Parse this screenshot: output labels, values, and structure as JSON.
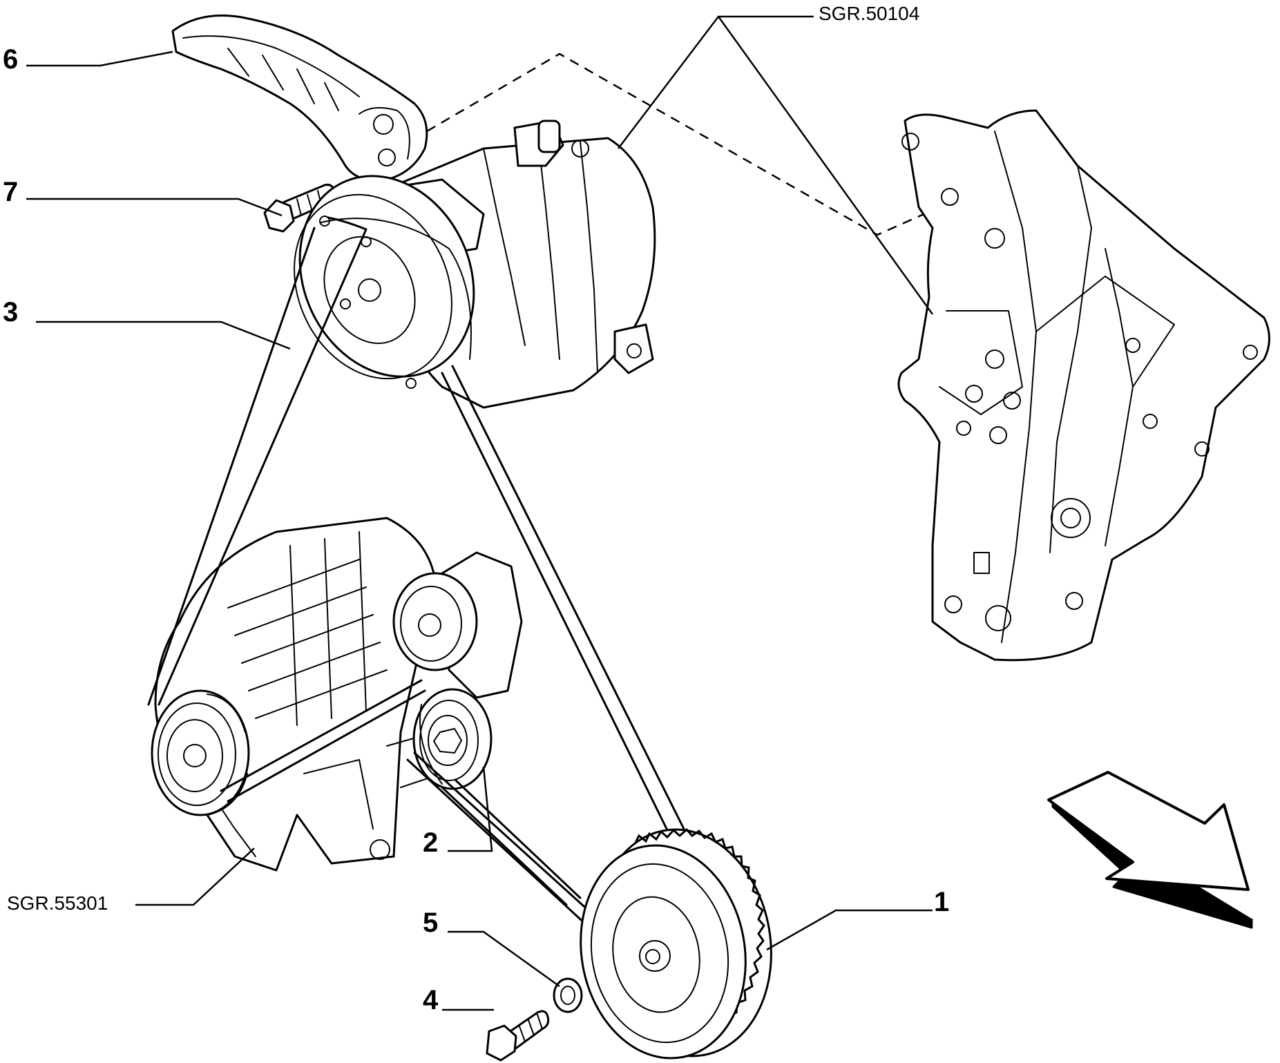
{
  "figure": {
    "references": {
      "compressor_group": "SGR.50104",
      "alternator_group": "SGR.55301"
    },
    "callouts": [
      {
        "id": "1",
        "label": "1",
        "part": "crankshaft pulley"
      },
      {
        "id": "2",
        "label": "2",
        "part": "idler pulley"
      },
      {
        "id": "3",
        "label": "3",
        "part": "drive belt"
      },
      {
        "id": "4",
        "label": "4",
        "part": "bolt"
      },
      {
        "id": "5",
        "label": "5",
        "part": "washer"
      },
      {
        "id": "6",
        "label": "6",
        "part": "bracket arm"
      },
      {
        "id": "7",
        "label": "7",
        "part": "bolt"
      }
    ]
  },
  "colors": {
    "line": "#000000",
    "background": "#ffffff"
  }
}
